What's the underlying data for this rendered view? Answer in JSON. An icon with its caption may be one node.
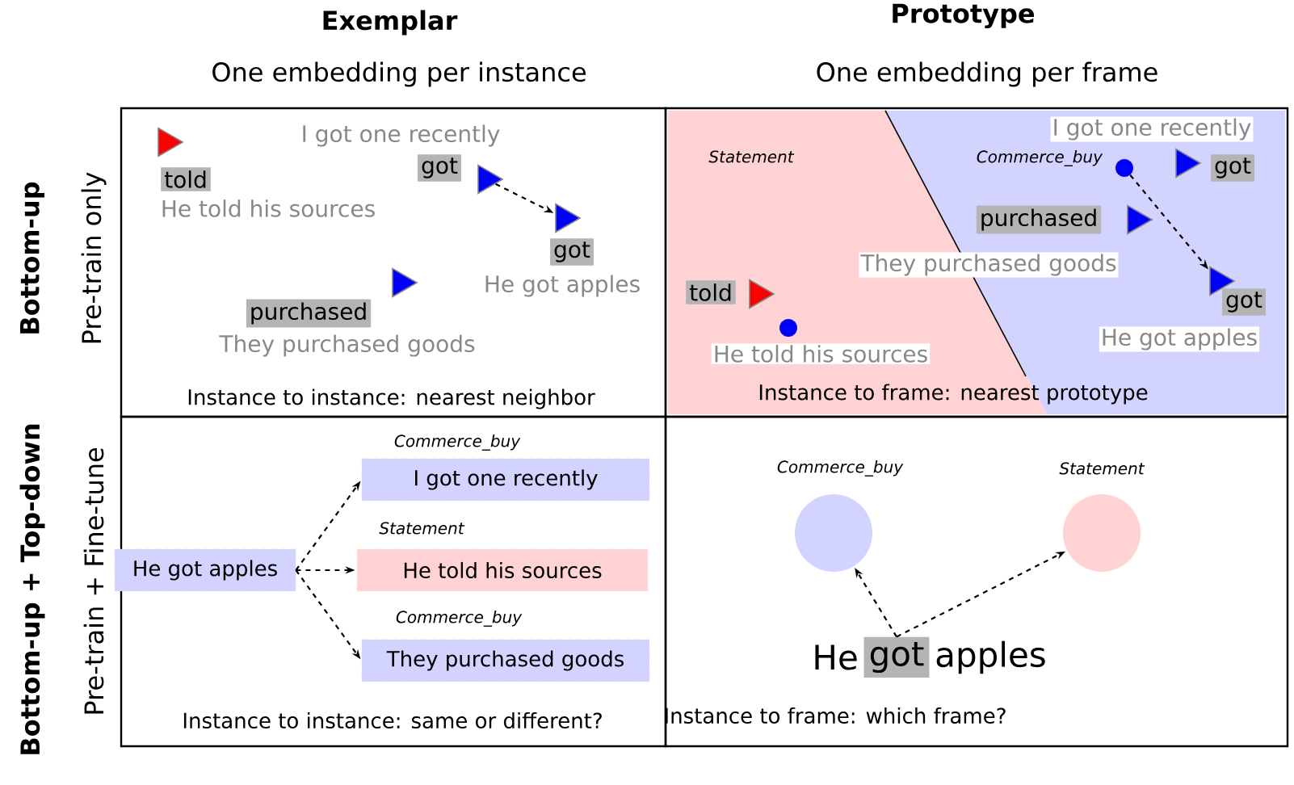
{
  "diagram": {
    "nodes": [
      {
        "text": [
          "Instance to instance: nearest neighbor"
        ]
      },
      {
        "text": [],
        "shape": "triangle",
        "in": 0,
        "beside": [
          "told",
          "He told his sources"
        ]
      },
      {
        "text": [],
        "shape": "triangle",
        "in": 0,
        "beside": [
          "got",
          "I got one recently"
        ]
      },
      {
        "text": [],
        "shape": "triangle",
        "in": 0,
        "beside": [
          "got",
          "He got apples"
        ]
      },
      {
        "text": [],
        "shape": "triangle",
        "in": 0,
        "beside": [
          "purchased",
          "They purchased goods"
        ]
      },
      {
        "text": [
          "Instance to frame: nearest prototype"
        ]
      },
      {
        "text": [],
        "shape": "triangle",
        "in": 5,
        "beside": [
          "told"
        ]
      },
      {
        "text": [],
        "shape": "circle",
        "in": 5,
        "beside": [
          "He told his sources"
        ]
      },
      {
        "text": [],
        "shape": "circle",
        "in": 5,
        "beside": [
          "Commerce_buy"
        ]
      },
      {
        "text": [],
        "shape": "triangle",
        "in": 5,
        "beside": [
          "got",
          "I got one recently"
        ]
      },
      {
        "text": [],
        "shape": "triangle",
        "in": 5,
        "beside": [
          "purchased",
          "They purchased goods"
        ]
      },
      {
        "text": [],
        "shape": "triangle",
        "in": 5,
        "beside": [
          "got",
          "He got apples"
        ]
      },
      {
        "text": [
          "Instance to instance: same or different?"
        ]
      },
      {
        "text": [
          "He got apples"
        ],
        "in": 12
      },
      {
        "text": [
          "I got one recently"
        ],
        "in": 12,
        "beside": [
          "Commerce_buy"
        ]
      },
      {
        "text": [
          "He told his sources"
        ],
        "in": 12,
        "beside": [
          "Statement"
        ]
      },
      {
        "text": [
          "They purchased goods"
        ],
        "in": 12,
        "beside": [
          "Commerce_buy"
        ]
      },
      {
        "text": [
          "Instance to frame: which frame?"
        ]
      },
      {
        "text": [],
        "shape": "circle",
        "in": 17,
        "beside": [
          "Commerce_buy"
        ]
      },
      {
        "text": [],
        "shape": "circle",
        "in": 17,
        "beside": [
          "Statement"
        ]
      },
      {
        "text": [
          "He",
          "got",
          "apples"
        ],
        "in": 17
      }
    ],
    "edges": [
      {
        "from": 2,
        "to": 3,
        "arrow": "to",
        "style": "dashed"
      },
      {
        "from": 8,
        "to": 11,
        "arrow": "to",
        "style": "dashed"
      },
      {
        "from": 13,
        "to": 14,
        "arrow": "to",
        "style": "dashed"
      },
      {
        "from": 13,
        "to": 15,
        "arrow": "to",
        "style": "dashed"
      },
      {
        "from": 13,
        "to": 16,
        "arrow": "to",
        "style": "dashed"
      },
      {
        "from": 20,
        "to": 18,
        "arrow": "to",
        "style": "dashed"
      },
      {
        "from": 20,
        "to": 19,
        "arrow": "to",
        "style": "dashed"
      }
    ],
    "labels": [
      "Exemplar",
      "Prototype",
      "One embedding per instance",
      "One embedding per frame",
      "Bottom-up",
      "Pre-train only",
      "Statement",
      "Bottom-up + Top-down",
      "Pre-train + Fine-tune"
    ]
  }
}
